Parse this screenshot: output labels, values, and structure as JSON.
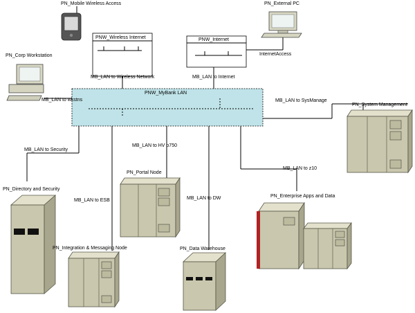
{
  "nodes": {
    "mobile": "PN_Mobile Wireless Access",
    "external_pc": "PN_External PC",
    "corp_workstation": "PN_Corp Workstation",
    "system_management": "PN_System Management",
    "directory_security": "PN_Directory and Security",
    "portal": "PN_Portal Node",
    "enterprise_apps": "PN_Enterprise Apps and Data",
    "integration": "PN_Integration & Messaging Node",
    "data_warehouse": "PN_Data Warehouse"
  },
  "networks": {
    "wireless": "PNW_Wireless Internet",
    "internet": "PNW_Internet",
    "lan": "PNW_MyBank LAN"
  },
  "connections": {
    "internet_access": "InternetAccess",
    "to_wireless": "MB_LAN to Wireless Network",
    "to_internet": "MB_LAN to Internet",
    "to_wkstns": "MB_LAN to wkstns",
    "to_sysmanage": "MB_LAN to SysManage",
    "to_security": "MB_LAN to Security",
    "to_hvp750": "MB_LAN to HV p750",
    "to_z10": "MB_LAN to z10",
    "to_esb": "MB_LAN to ESB",
    "to_dw": "MB_LAN to DW"
  },
  "colors": {
    "lan_fill": "#bfe3e8",
    "server_body": "#c9c7ad",
    "mainframe_stripe": "#b22222"
  }
}
